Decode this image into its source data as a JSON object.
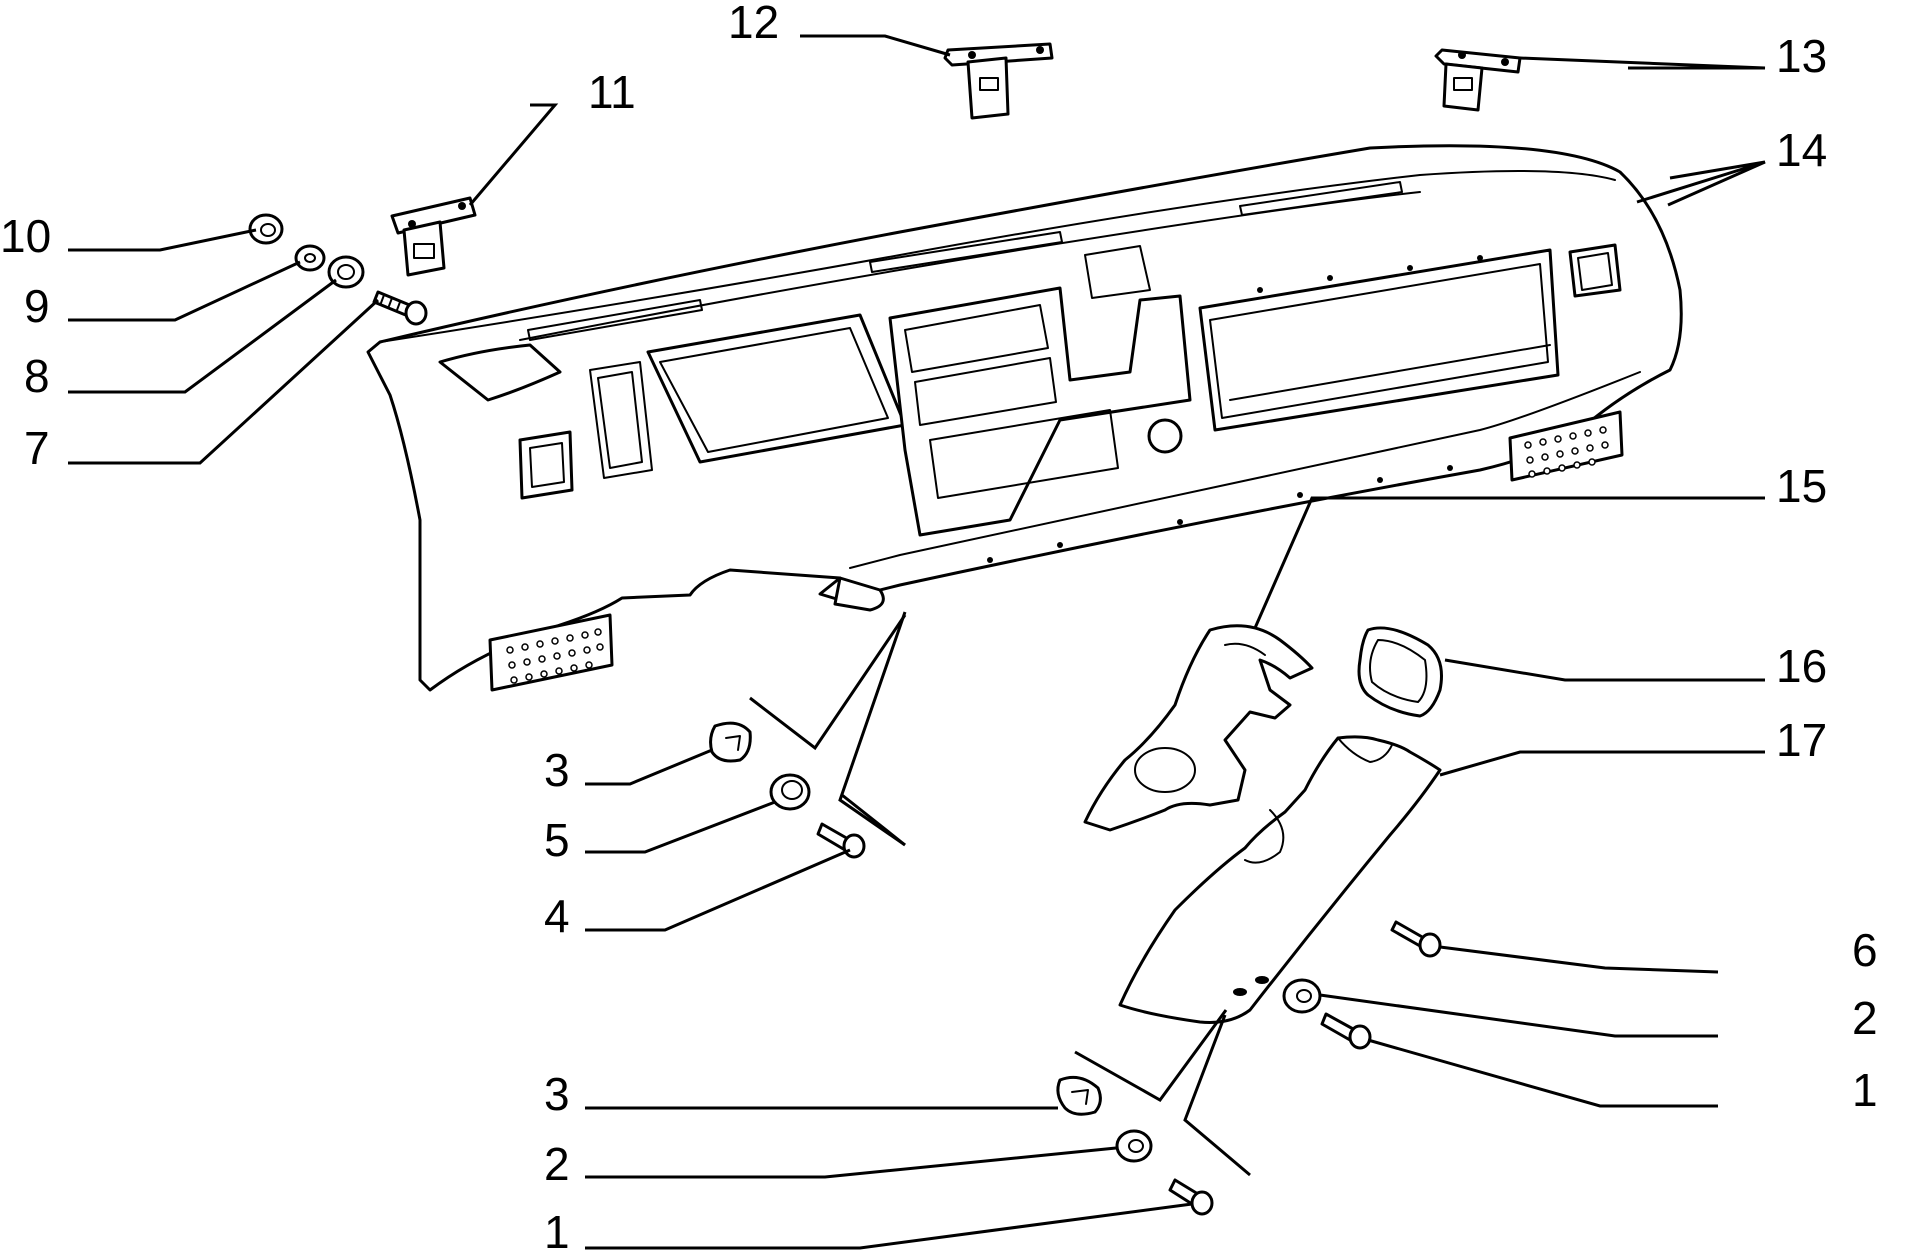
{
  "callouts": [
    "1",
    "2",
    "3",
    "4",
    "5",
    "6",
    "7",
    "8",
    "9",
    "10",
    "11",
    "12",
    "13",
    "14",
    "15",
    "16",
    "17"
  ],
  "labels": {
    "l1": "1",
    "l2": "2",
    "l3": "3",
    "l4": "4",
    "l5": "5",
    "l6": "6",
    "l7": "7",
    "l8": "8",
    "l9": "9",
    "l10": "10",
    "l11": "11",
    "l12": "12",
    "l13": "13",
    "l14": "14",
    "l15": "15",
    "l16": "16",
    "l17": "17",
    "r6": "6",
    "r2": "2",
    "r1": "1",
    "b3": "3",
    "b2": "2",
    "b1": "1"
  }
}
